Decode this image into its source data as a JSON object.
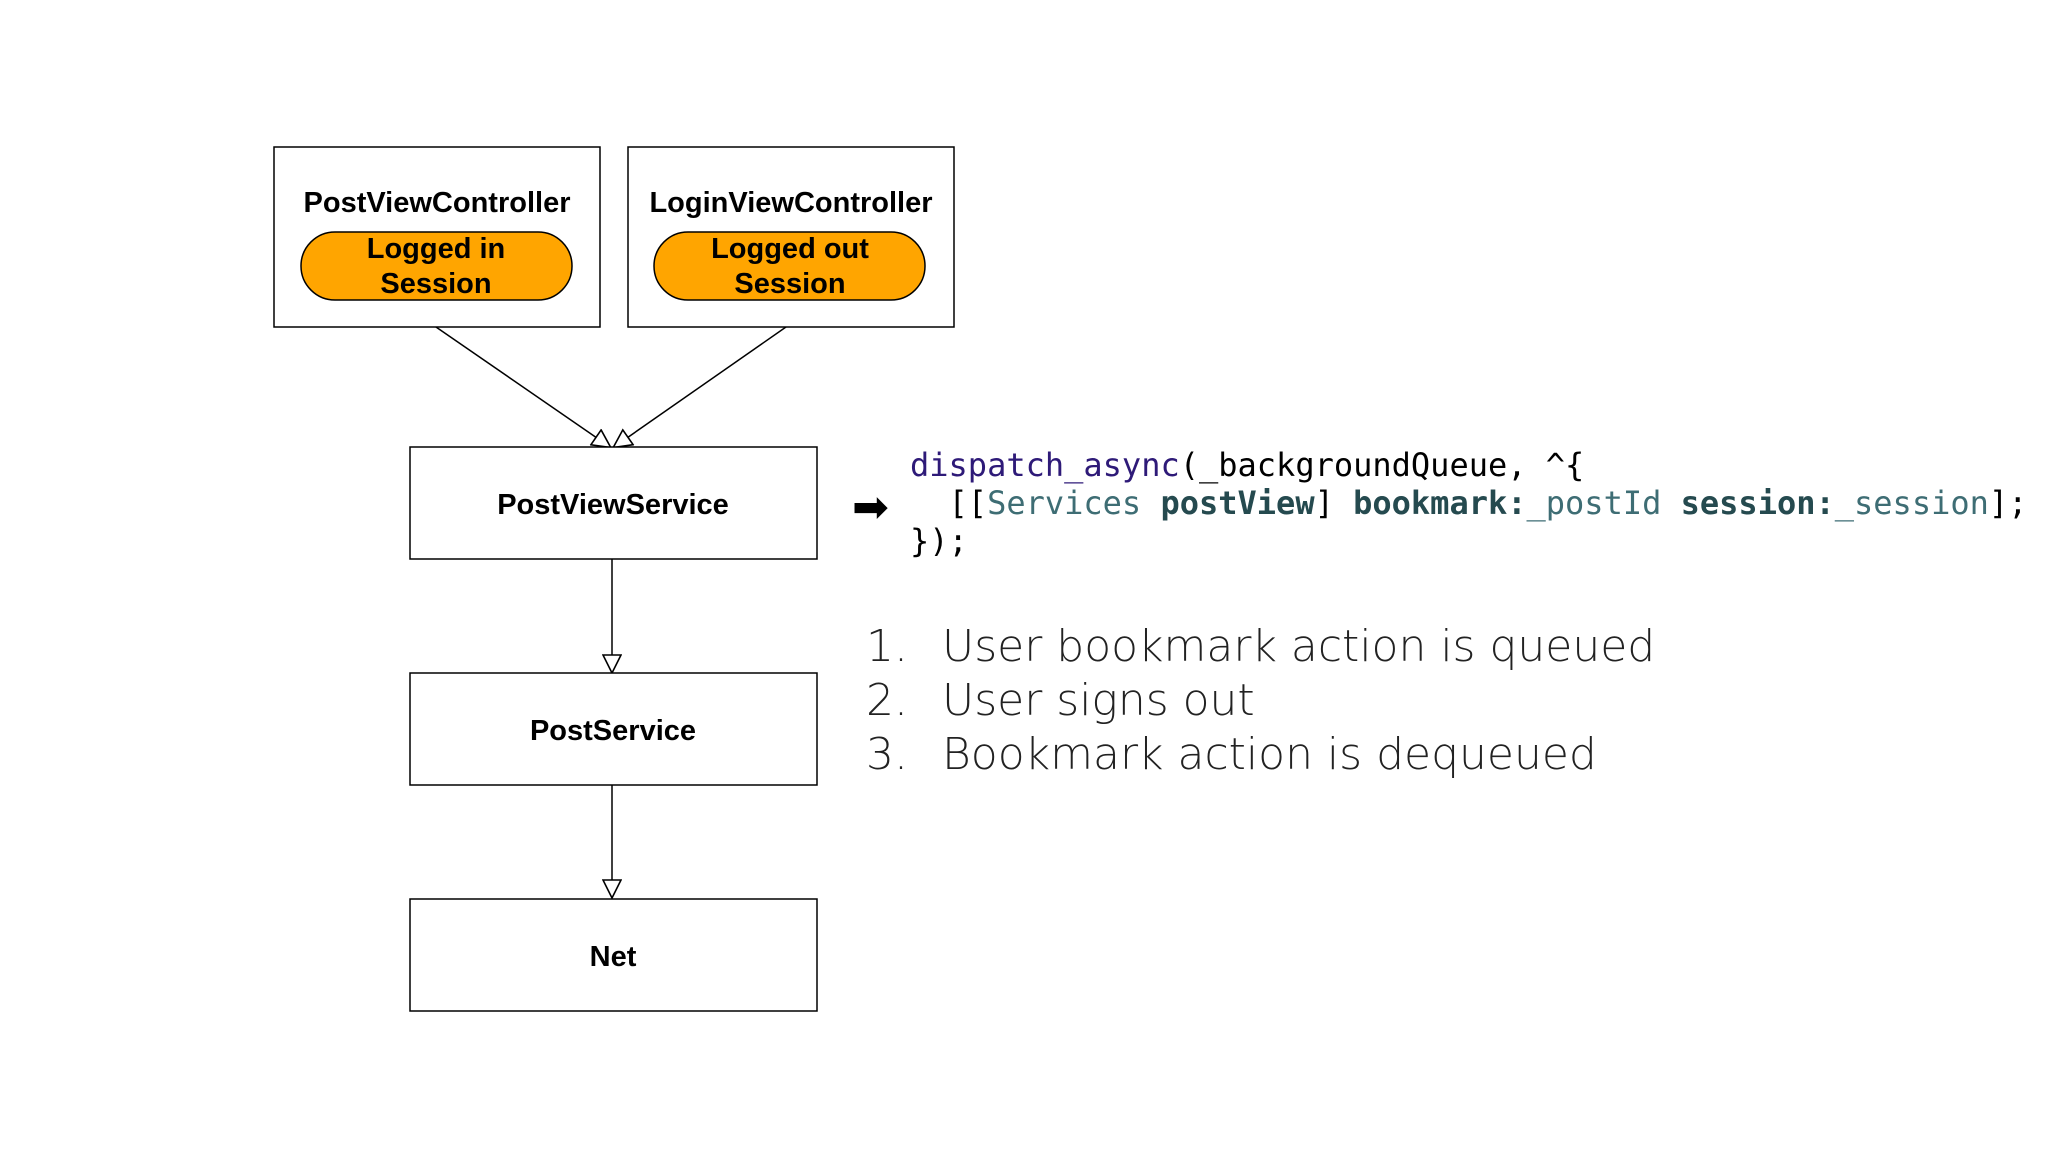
{
  "diagram": {
    "nodes": [
      {
        "id": "post-view-controller",
        "title": "PostViewController",
        "pill": [
          "Logged in",
          "Session"
        ]
      },
      {
        "id": "login-view-controller",
        "title": "LoginViewController",
        "pill": [
          "Logged out",
          "Session"
        ]
      },
      {
        "id": "post-view-service",
        "title": "PostViewService"
      },
      {
        "id": "post-service",
        "title": "PostService"
      },
      {
        "id": "net",
        "title": "Net"
      }
    ],
    "edges": [
      {
        "from": "post-view-controller",
        "to": "post-view-service"
      },
      {
        "from": "login-view-controller",
        "to": "post-view-service"
      },
      {
        "from": "post-view-service",
        "to": "post-service"
      },
      {
        "from": "post-service",
        "to": "net"
      }
    ],
    "colors": {
      "pill_fill": "#FFA500",
      "stroke": "#000000"
    }
  },
  "code": {
    "arrow_glyph": "➡",
    "line1": {
      "func": "dispatch_async",
      "rest": "(_backgroundQueue, ^{"
    },
    "line2": {
      "open": "  [[",
      "cls": "Services",
      "meth": " postView",
      "close1": "] ",
      "sel1": "bookmark:",
      "arg1": "_postId",
      "sel2": " session:",
      "arg2": "_session",
      "close2": "];"
    },
    "line3": "});"
  },
  "steps": [
    {
      "num": "1.",
      "text": "User bookmark action is queued"
    },
    {
      "num": "2.",
      "text": "User signs out"
    },
    {
      "num": "3.",
      "text": "Bookmark action is dequeued"
    }
  ]
}
